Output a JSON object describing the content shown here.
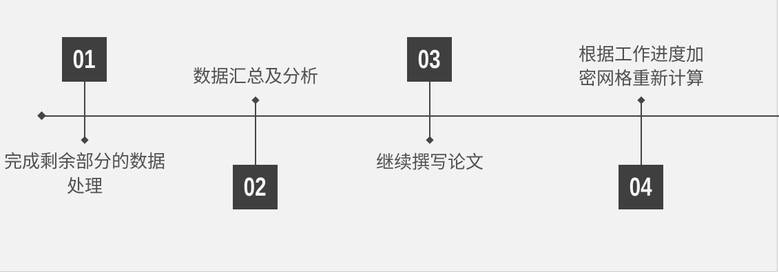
{
  "theme": {
    "canvas_bg": "#ffffff",
    "slide_bg": "#f2f2f2",
    "slide_border": "#c8c8c8",
    "dark": "#3f3f3f",
    "line": "#454545",
    "label_text": "#515151",
    "number_text": "#f5f5f5"
  },
  "timeline": {
    "items": [
      {
        "number": "01",
        "label": "完成剩余部分的数据处理",
        "box_position": "above-line",
        "label_position": "below-line"
      },
      {
        "number": "02",
        "label": "数据汇总及分析",
        "box_position": "below-line",
        "label_position": "above-line"
      },
      {
        "number": "03",
        "label": "继续撰写论文",
        "box_position": "above-line",
        "label_position": "below-line"
      },
      {
        "number": "04",
        "label": "根据工作进度加密网格重新计算",
        "box_position": "below-line",
        "label_position": "above-line"
      }
    ]
  }
}
